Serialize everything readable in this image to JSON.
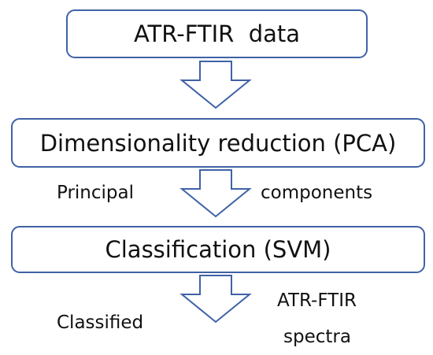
{
  "steps": [
    {
      "label": "ATR-FTIR  data"
    },
    {
      "label": "Dimensionality reduction (PCA)"
    },
    {
      "label": "Classification (SVM)"
    }
  ],
  "connectors": {
    "pca_to_svm": {
      "left_text": "Principal",
      "right_text": "components"
    },
    "svm_output": {
      "left_text": "Classified",
      "right_text_line1": "ATR-FTIR",
      "right_text_line2": "spectra"
    }
  },
  "colors": {
    "border": "#3f62a6",
    "text": "#111111",
    "background": "#ffffff"
  }
}
